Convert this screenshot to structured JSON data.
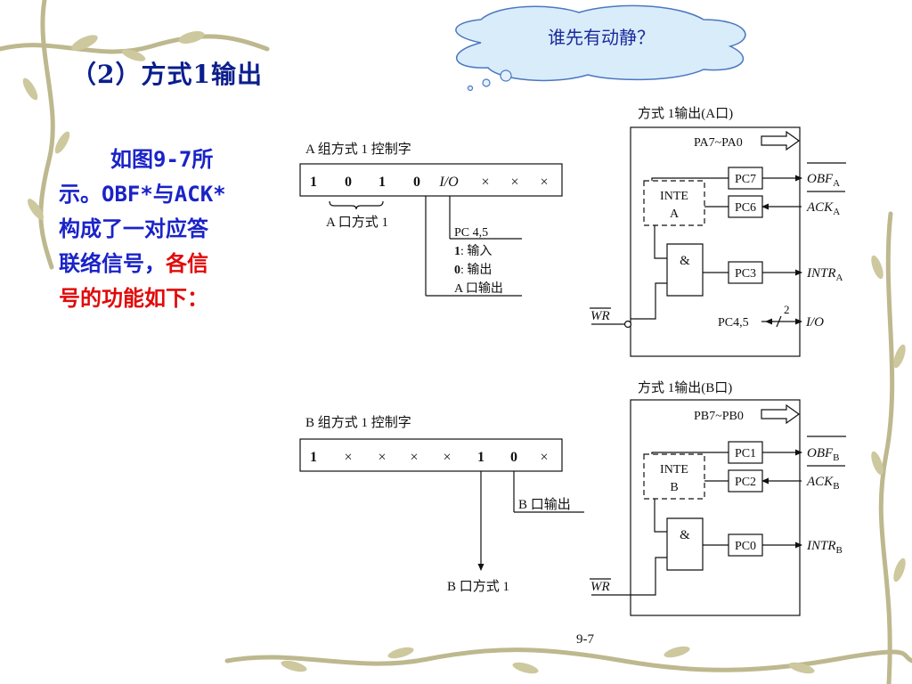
{
  "title": "（2）方式1输出",
  "bubble": "谁先有动静？",
  "desc": {
    "line1": "如图9-7所",
    "line2": "示。OBF*与ACK*",
    "line3": "构成了一对应答",
    "line4_blue": "联络信号，",
    "line4_red": "各信",
    "line5": "号的功能如下："
  },
  "port_a": {
    "control_title": "A 组方式 1 控制字",
    "bits": [
      "1",
      "0",
      "1",
      "0",
      "I/O",
      "×",
      "×",
      "×"
    ],
    "brace_label": "A 口方式 1",
    "pc45_title": "PC 4,5",
    "pc45_in_bit": "1",
    "pc45_in_text": ": 输入",
    "pc45_out_bit": "0",
    "pc45_out_text": ": 输出",
    "output_label": "A 口输出",
    "chip_title": "方式 1输出(A口)",
    "bus": "PA7~PA0",
    "pins": [
      "PC7",
      "PC6",
      "PC3"
    ],
    "pc45": "PC4,5",
    "inte": [
      "INTE",
      "A"
    ],
    "and_symbol": "&",
    "obf_sig": "OBF",
    "obf_sub": "A",
    "ack_sig": "ACK",
    "ack_sub": "A",
    "intr_sig": "INTR",
    "intr_sub": "A",
    "io_sig": "I/O",
    "io_width": "2",
    "wr": "WR"
  },
  "port_b": {
    "control_title": "B 组方式 1 控制字",
    "bits": [
      "1",
      "×",
      "×",
      "×",
      "×",
      "1",
      "0",
      "×"
    ],
    "output_label": "B 口输出",
    "mode_label": "B 口方式 1",
    "chip_title": "方式 1输出(B口)",
    "bus": "PB7~PB0",
    "pins": [
      "PC1",
      "PC2",
      "PC0"
    ],
    "inte": [
      "INTE",
      "B"
    ],
    "and_symbol": "&",
    "obf_sig": "OBF",
    "obf_sub": "B",
    "ack_sig": "ACK",
    "ack_sub": "B",
    "intr_sig": "INTR",
    "intr_sub": "B",
    "wr": "WR"
  },
  "figure_label": "9-7",
  "colors": {
    "title": "#0b1e8c",
    "desc_blue": "#1a23c8",
    "desc_red": "#e10a0a",
    "vine": "#b9b48a",
    "leaf": "#c9c49a"
  }
}
